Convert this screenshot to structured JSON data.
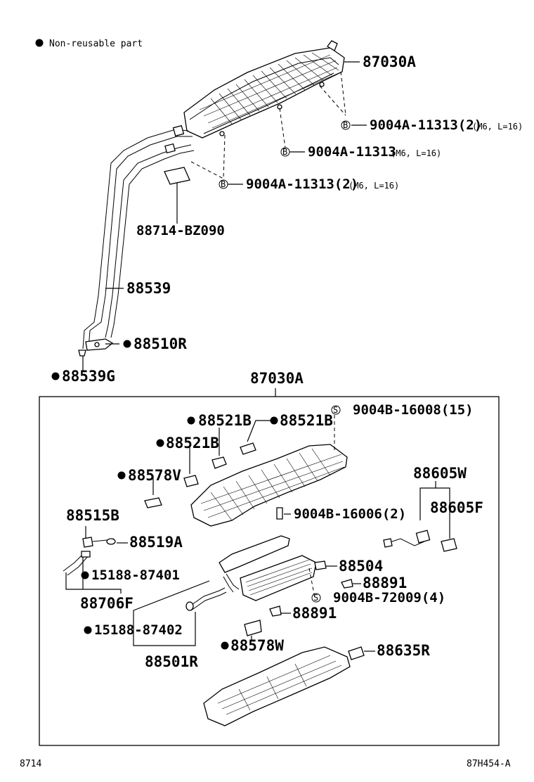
{
  "legend": {
    "symbol": "●",
    "text": "Non-reusable part"
  },
  "labels": {
    "top_assembly": "87030A",
    "bolt_right": "9004A-11313(2)",
    "bolt_right_spec": "(M6, L=16)",
    "bolt_mid": "9004A-11313",
    "bolt_mid_spec": "(M6, L=16)",
    "bolt_left": "9004A-11313(2)",
    "bolt_left_spec": "(M6, L=16)",
    "label_plate": "88714-BZ090",
    "pipe": "88539",
    "grommet": "88510R",
    "pipe_plug": "88539G",
    "box_assembly": "87030A",
    "screw_top": "9004B-16008(15)",
    "pad_a": "88521B",
    "pad_b": "88521B",
    "pad_c": "88521B",
    "pad_d": "88578V",
    "screw_mid": "9004B-16006(2)",
    "wire_a": "88605W",
    "wire_b": "88605F",
    "valve": "88515B",
    "valve_cap": "88519A",
    "oring_a": "15188-87401",
    "hose_a": "88706F",
    "core": "88504",
    "clip_a": "88891",
    "screw_low": "9004B-72009(4)",
    "clip_b": "88891",
    "oring_b": "15188-87402",
    "hose_b": "88501R",
    "pad_e": "88578W",
    "resistor": "88635R"
  },
  "bullets": {
    "mark": "●"
  },
  "screw_marks": {
    "bolt": "B",
    "screw": "S"
  },
  "footer": {
    "left": "8714",
    "right": "87H454-A"
  }
}
